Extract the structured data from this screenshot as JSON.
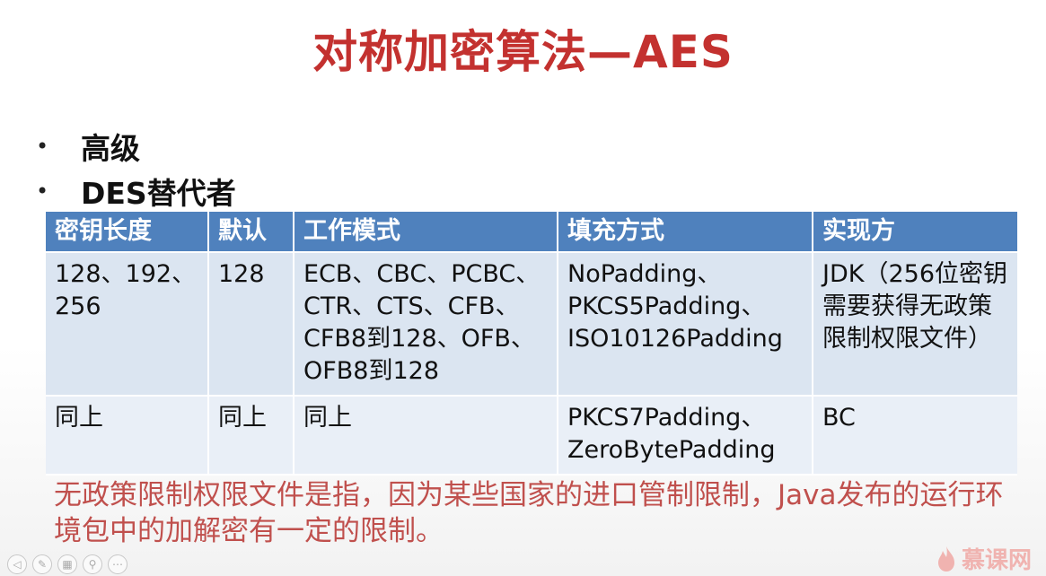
{
  "title": "对称加密算法—AES",
  "bullets": [
    "高级",
    "DES替代者"
  ],
  "table": {
    "headers": [
      "密钥长度",
      "默认",
      "工作模式",
      "填充方式",
      "实现方"
    ],
    "rows": [
      [
        "128、192、256",
        "128",
        "ECB、CBC、PCBC、CTR、CTS、CFB、CFB8到128、OFB、OFB8到128",
        "NoPadding、PKCS5Padding、ISO10126Padding",
        "JDK（256位密钥需要获得无政策限制权限文件）"
      ],
      [
        "同上",
        "同上",
        "同上",
        "PKCS7Padding、ZeroBytePadding",
        "BC"
      ]
    ]
  },
  "note": "无政策限制权限文件是指，因为某些国家的进口管制限制，Java发布的运行环境包中的加解密有一定的限制。",
  "watermark": {
    "text": "慕课网",
    "icon": "flame-logo-icon",
    "color": "#f0a9a5"
  },
  "colors": {
    "title": "#c3312f",
    "header_bg": "#4f81bd",
    "cell_bg": "#dbe5f1",
    "note": "#c0504d"
  }
}
